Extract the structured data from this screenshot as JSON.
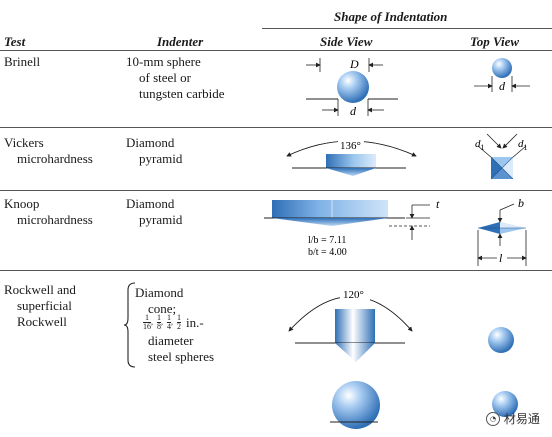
{
  "header": {
    "group": "Shape of Indentation",
    "col_test": "Test",
    "col_indenter": "Indenter",
    "col_side": "Side View",
    "col_top": "Top View"
  },
  "rows": {
    "brinell": {
      "test": "Brinell",
      "indenter_lines": [
        "10-mm sphere",
        "of steel or",
        "tungsten carbide"
      ],
      "label_D": "D",
      "label_d_side": "d",
      "label_d_top": "d"
    },
    "vickers": {
      "test_lines": [
        "Vickers",
        "microhardness"
      ],
      "indenter_lines": [
        "Diamond",
        "pyramid"
      ],
      "angle": "136°",
      "label_d1_left": "d",
      "label_d1_right": "d",
      "sub_1": "1"
    },
    "knoop": {
      "test_lines": [
        "Knoop",
        "microhardness"
      ],
      "indenter_lines": [
        "Diamond",
        "pyramid"
      ],
      "label_t": "t",
      "label_b": "b",
      "label_l": "l",
      "ratio_lb": "l/b = 7.11",
      "ratio_bt": "b/t = 4.00"
    },
    "rockwell": {
      "test_lines": [
        "Rockwell and",
        "superficial",
        "Rockwell"
      ],
      "indenter_line1": "Diamond",
      "indenter_line2": "cone;",
      "fractions": [
        "1/16",
        "1/8",
        "1/4",
        "1/2"
      ],
      "unit": "in.-",
      "indenter_line4": "diameter",
      "indenter_line5": "steel spheres",
      "angle": "120°"
    }
  },
  "watermark": "材易通",
  "colors": {
    "rule": "#555555",
    "blue_dark": "#2f6fb6",
    "blue_light": "#dcebfb"
  }
}
